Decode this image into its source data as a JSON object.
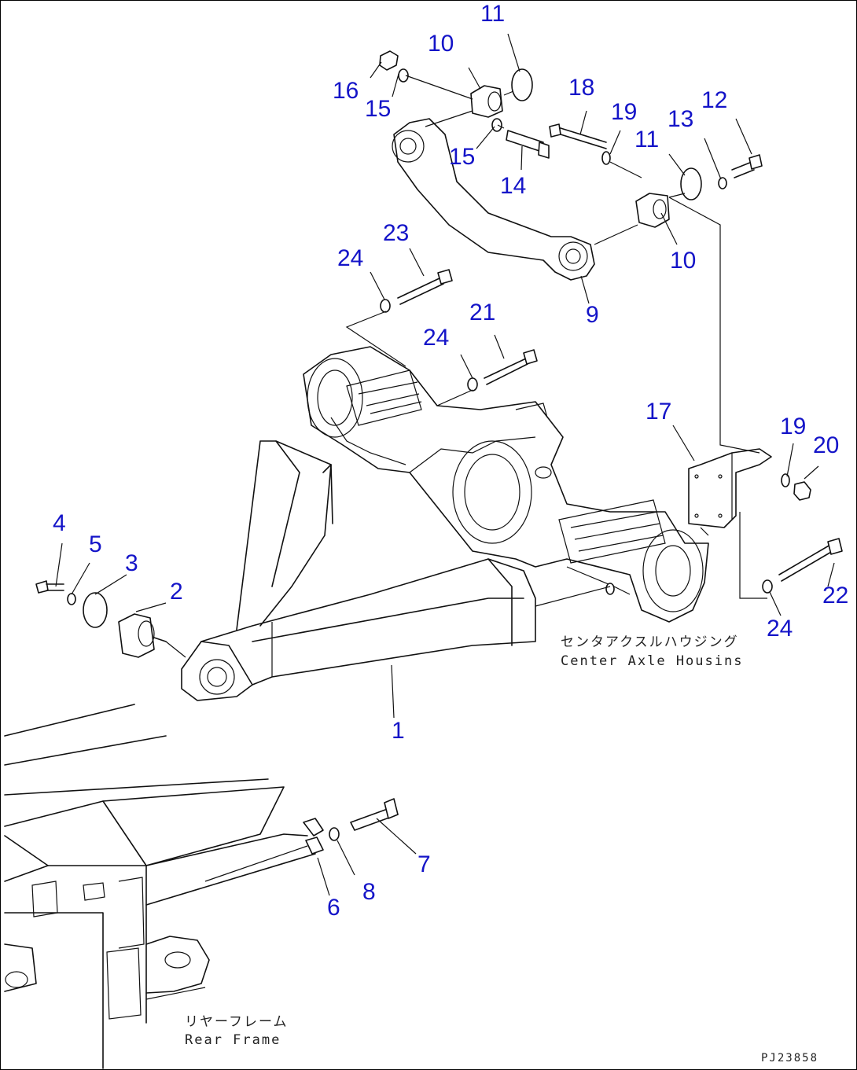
{
  "callouts": [
    "1",
    "2",
    "3",
    "4",
    "5",
    "6",
    "7",
    "8",
    "9",
    "10",
    "10",
    "11",
    "11",
    "12",
    "13",
    "14",
    "15",
    "15",
    "16",
    "17",
    "18",
    "19",
    "19",
    "20",
    "21",
    "22",
    "23",
    "24",
    "24",
    "24"
  ],
  "notes": {
    "center_axle_jp": "センタアクスルハウジング",
    "center_axle_en": "Center Axle Housins",
    "rear_frame_jp": "リヤーフレーム",
    "rear_frame_en": "Rear Frame"
  },
  "drawing_code": "PJ23858",
  "colors": {
    "callout": "#1414c8",
    "line": "#111111"
  }
}
